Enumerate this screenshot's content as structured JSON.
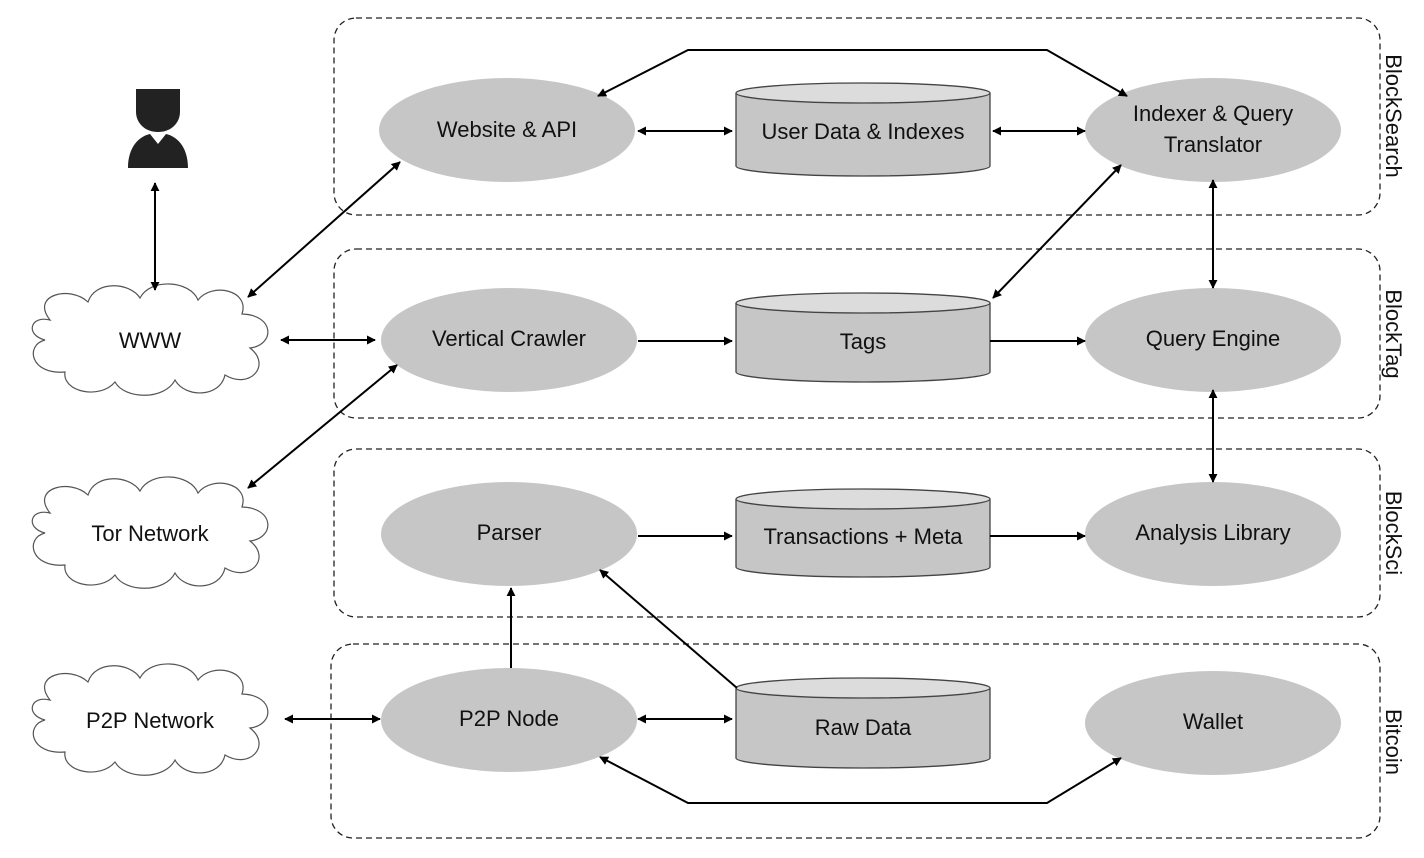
{
  "layers": [
    {
      "id": "blocksearch",
      "label": "BlockSearch"
    },
    {
      "id": "blocktag",
      "label": "BlockTag"
    },
    {
      "id": "blocksci",
      "label": "BlockSci"
    },
    {
      "id": "bitcoin",
      "label": "Bitcoin"
    }
  ],
  "nodes": {
    "website_api": {
      "label": "Website & API"
    },
    "user_data_indexes": {
      "label": "User Data & Indexes"
    },
    "indexer": {
      "label_lines": [
        "Indexer & Query",
        "Translator"
      ]
    },
    "www": {
      "label": "WWW"
    },
    "vertical_crawler": {
      "label": "Vertical Crawler"
    },
    "tags": {
      "label": "Tags"
    },
    "query_engine": {
      "label": "Query Engine"
    },
    "tor_network": {
      "label": "Tor Network"
    },
    "parser": {
      "label": "Parser"
    },
    "transactions_meta": {
      "label": "Transactions + Meta"
    },
    "analysis_library": {
      "label": "Analysis Library"
    },
    "p2p_network": {
      "label": "P2P Network"
    },
    "p2p_node": {
      "label": "P2P Node"
    },
    "raw_data": {
      "label": "Raw Data"
    },
    "wallet": {
      "label": "Wallet"
    }
  },
  "icons": {
    "user": "user-icon"
  },
  "colors": {
    "node_fill": "#c6c6c6",
    "cylinder_top": "#dcdcdc",
    "stroke": "#000000"
  }
}
